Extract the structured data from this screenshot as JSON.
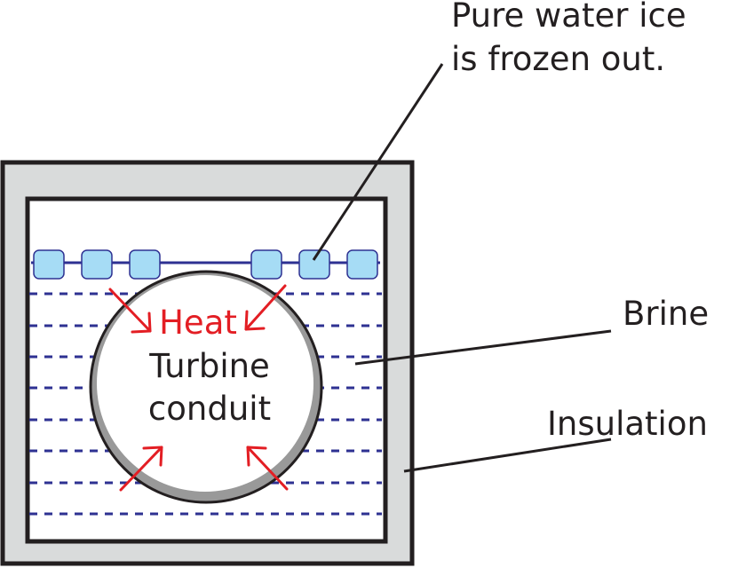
{
  "labels": {
    "ice_line1": "Pure water ice",
    "ice_line2": "is frozen out.",
    "brine": "Brine",
    "insulation": "Insulation",
    "heat": "Heat",
    "conduit_line1": "Turbine",
    "conduit_line2": "conduit"
  },
  "colors": {
    "insulation_fill": "#d9dbdb",
    "outline": "#231f20",
    "ice_fill": "#a6dcf5",
    "ice_line": "#2e3192",
    "brine_dashes": "#2e3192",
    "heat_arrows": "#e31e24",
    "heat_text": "#e31e24",
    "conduit_wall": "#999999",
    "leader_lines": "#231f20"
  },
  "icons": {
    "ice_crystal": "rounded-square",
    "heat_arrow": "arrow"
  }
}
